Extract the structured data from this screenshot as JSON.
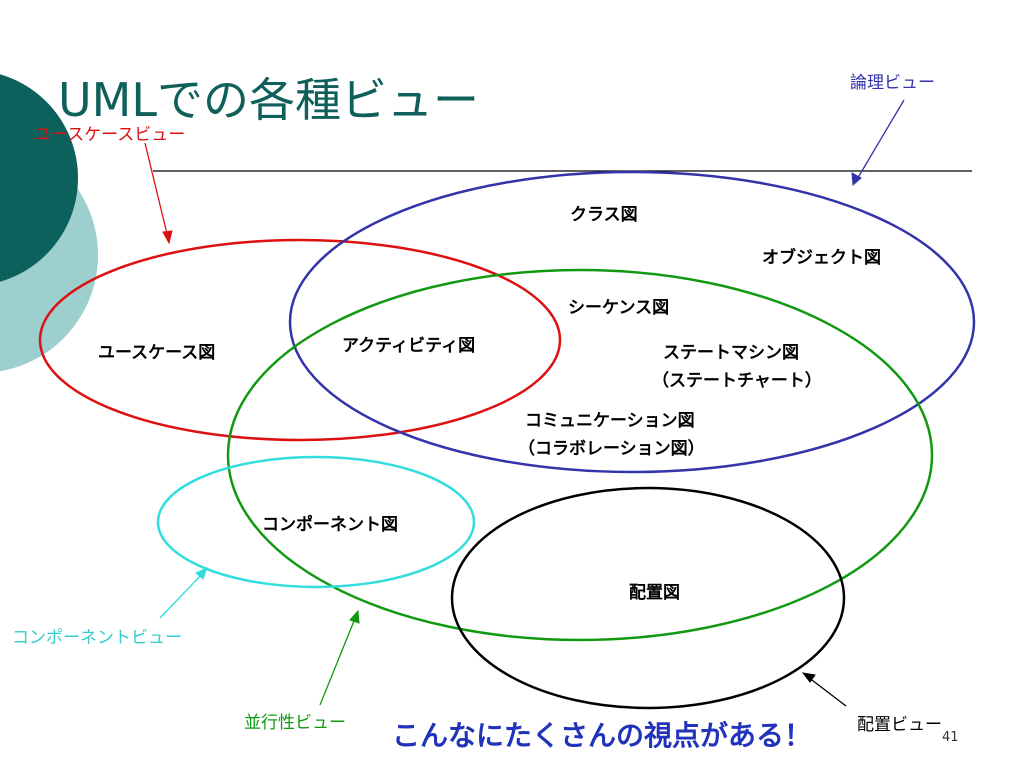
{
  "slide": {
    "title": "UMLでの各種ビュー",
    "page_number": "41",
    "tagline": "こんなにたくさんの視点がある！"
  },
  "views": {
    "logical": "論理ビュー",
    "use_case": "ユースケースビュー",
    "component": "コンポーネントビュー",
    "concurrency": "並行性ビュー",
    "deployment": "配置ビュー"
  },
  "diagrams": {
    "class": "クラス図",
    "object": "オブジェクト図",
    "sequence": "シーケンス図",
    "use_case": "ユースケース図",
    "activity": "アクティビティ図",
    "statemachine_line1": "ステートマシン図",
    "statemachine_line2": "（ステートチャート）",
    "communication_line1": "コミュニケーション図",
    "communication_line2": "（コラボレーション図）",
    "component": "コンポーネント図",
    "deployment": "配置図"
  },
  "colors": {
    "title": "#0f5f5a",
    "deco_dark": "#0d615d",
    "deco_light": "#9ccfcd",
    "logical": "#3333aa",
    "use_case": "#dd1111",
    "component": "#33dddd",
    "concurrency": "#119911",
    "deployment": "#000000",
    "tagline": "#2233bb"
  }
}
